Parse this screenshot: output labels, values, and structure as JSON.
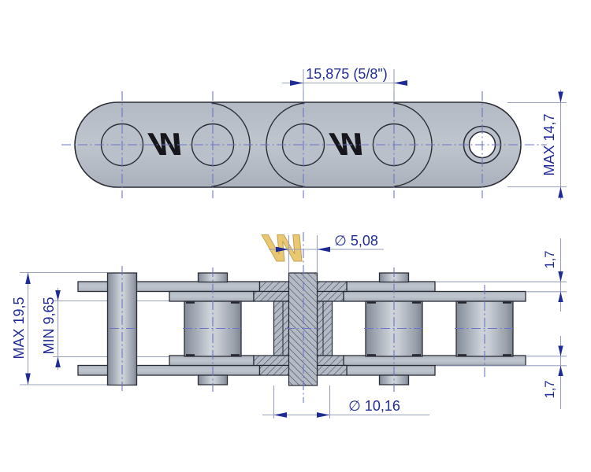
{
  "drawing": {
    "type": "roller-chain technical drawing, two orthographic views",
    "top": {
      "pitch": "15,875  (5/8\")",
      "width": "MAX 14,7"
    },
    "side": {
      "length": "MAX 19,5",
      "inner": "MIN 9,65",
      "pin_dia": "∅ 5,08",
      "roller_dia": "∅ 10,16",
      "offset_top": "1,7",
      "offset_bottom": "1,7"
    },
    "logo": {
      "mark": "W",
      "mark2": "W",
      "watermark": "W"
    },
    "colors": {
      "metal": "#b7bdc7",
      "metal_dark_edge": "#828a97",
      "outline": "#2b2d36",
      "section_hatch": "#454b61",
      "centerline": "#6b75c8",
      "dimension_line": "#97a1bd",
      "dimension_text": "#1f2c96",
      "logo_black": "#16161c",
      "watermark_gold": "#e9c66c",
      "background": "#ffffff"
    }
  }
}
